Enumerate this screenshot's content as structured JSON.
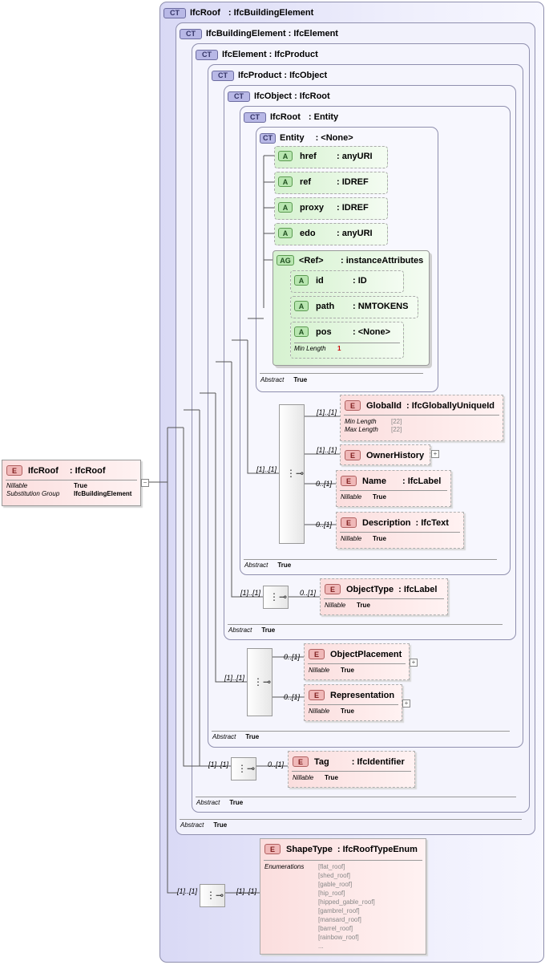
{
  "root": {
    "name": "IfcRoof",
    "type": ": IfcRoof",
    "props": [
      [
        "Nillable",
        "True"
      ],
      [
        "Substitution Group",
        "IfcBuildingElement"
      ]
    ]
  },
  "ct_ifcroof": {
    "badge": "CT",
    "name": "IfcRoof",
    "type": ": IfcBuildingElement",
    "abstract_label": "",
    "abstract_value": ""
  },
  "ct_ifcbuildingelement": {
    "badge": "CT",
    "name": "IfcBuildingElement",
    "type": ": IfcElement",
    "abstract_label": "Abstract",
    "abstract_value": "True"
  },
  "ct_ifcelement": {
    "badge": "CT",
    "name": "IfcElement",
    "type": ": IfcProduct",
    "abstract_label": "Abstract",
    "abstract_value": "True"
  },
  "ct_ifcproduct": {
    "badge": "CT",
    "name": "IfcProduct",
    "type": ": IfcObject",
    "abstract_label": "Abstract",
    "abstract_value": "True"
  },
  "ct_ifcobject": {
    "badge": "CT",
    "name": "IfcObject",
    "type": ": IfcRoot",
    "abstract_label": "Abstract",
    "abstract_value": "True"
  },
  "ct_ifcroot": {
    "badge": "CT",
    "name": "IfcRoot",
    "type": ": Entity",
    "abstract_label": "Abstract",
    "abstract_value": "True"
  },
  "ct_entity": {
    "badge": "CT",
    "name": "Entity",
    "type": ": <None>",
    "abstract_label": "Abstract",
    "abstract_value": "True"
  },
  "attributes": [
    {
      "badge": "A",
      "name": "href",
      "type": ": anyURI"
    },
    {
      "badge": "A",
      "name": "ref",
      "type": ": IDREF"
    },
    {
      "badge": "A",
      "name": "proxy",
      "type": ": IDREF"
    },
    {
      "badge": "A",
      "name": "edo",
      "type": ": anyURI"
    }
  ],
  "attr_group": {
    "badge": "AG",
    "name": "<Ref>",
    "type": ": instanceAttributes",
    "items": [
      {
        "badge": "A",
        "name": "id",
        "type": ": ID"
      },
      {
        "badge": "A",
        "name": "path",
        "type": ": NMTOKENS"
      },
      {
        "badge": "A",
        "name": "pos",
        "type": ": <None>",
        "prop_label": "Min Length",
        "prop_value": "1"
      }
    ]
  },
  "labels": {
    "nillable": "Nillable",
    "true": "True",
    "min_length": "Min Length",
    "max_length": "Max Length",
    "enumerations": "Enumerations"
  },
  "cards": {
    "c11": "[1]..[1]",
    "c01": "0..[1]"
  },
  "elements": {
    "globalid": {
      "badge": "E",
      "name": "GlobalId",
      "type": ": IfcGloballyUniqueId",
      "min": "[22]",
      "max": "[22]"
    },
    "ownerhistory": {
      "badge": "E",
      "name": "OwnerHistory"
    },
    "name": {
      "badge": "E",
      "name": "Name",
      "type": ": IfcLabel"
    },
    "description": {
      "badge": "E",
      "name": "Description",
      "type": ": IfcText"
    },
    "objecttype": {
      "badge": "E",
      "name": "ObjectType",
      "type": ": IfcLabel"
    },
    "objectplacement": {
      "badge": "E",
      "name": "ObjectPlacement"
    },
    "representation": {
      "badge": "E",
      "name": "Representation"
    },
    "tag": {
      "badge": "E",
      "name": "Tag",
      "type": ": IfcIdentifier"
    },
    "shapetype": {
      "badge": "E",
      "name": "ShapeType",
      "type": ": IfcRoofTypeEnum",
      "enums": [
        "[flat_roof]",
        "[shed_roof]",
        "[gable_roof]",
        "[hip_roof]",
        "[hipped_gable_roof]",
        "[gambrel_roof]",
        "[mansard_roof]",
        "[barrel_roof]",
        "[rainbow_roof]",
        "..."
      ]
    }
  },
  "icons": {
    "sequence": "sequence-icon",
    "expand": "expand-icon",
    "collapse": "collapse-icon"
  },
  "colors": {
    "complex_type": "#ececfb",
    "element": "#fbdede",
    "attribute": "#d6f2d0",
    "border": "#8f8fae"
  }
}
